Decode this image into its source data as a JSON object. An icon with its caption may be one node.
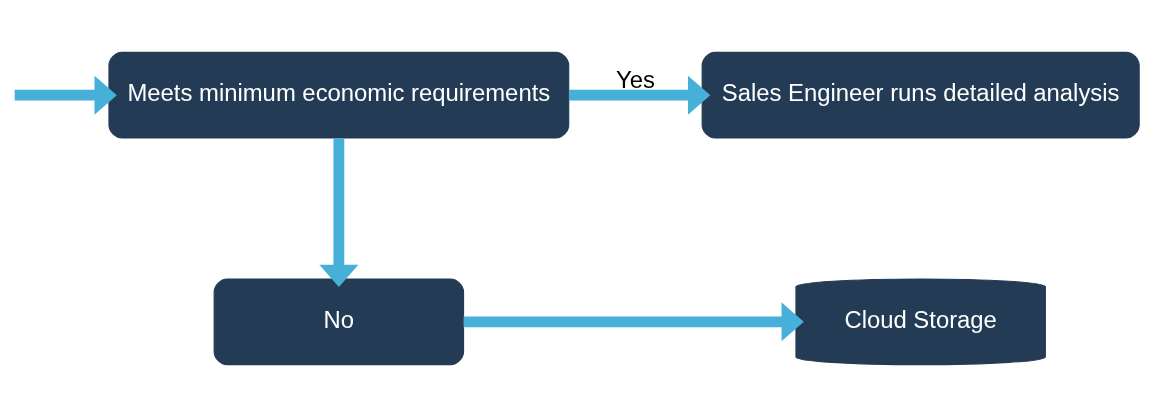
{
  "diagram": {
    "nodes": [
      {
        "text": [
          "Meets minimum economic requirements"
        ]
      },
      {
        "text": [
          "Sales Engineer runs detailed analysis"
        ]
      },
      {
        "text": [
          "No"
        ]
      },
      {
        "text": [
          "Cloud Storage"
        ]
      }
    ],
    "edges": [
      {
        "from": null,
        "to": 0,
        "arrow": "to"
      },
      {
        "from": 0,
        "to": 1,
        "arrow": "to",
        "label": "Yes"
      },
      {
        "from": 0,
        "to": 2,
        "arrow": "to"
      },
      {
        "from": 2,
        "to": 3,
        "arrow": "to"
      }
    ]
  }
}
